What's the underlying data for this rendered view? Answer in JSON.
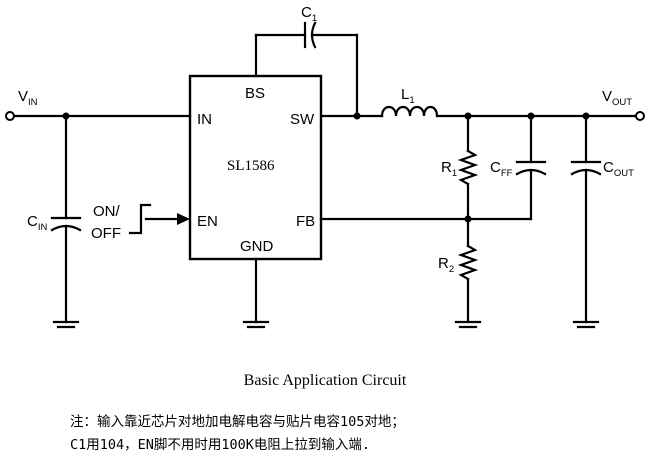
{
  "ic": {
    "name": "SL1586",
    "pins": {
      "in": "IN",
      "bs": "BS",
      "sw": "SW",
      "en": "EN",
      "fb": "FB",
      "gnd": "GND"
    }
  },
  "components": {
    "c1": {
      "main": "C",
      "sub": "1"
    },
    "l1": {
      "main": "L",
      "sub": "1"
    },
    "r1": {
      "main": "R",
      "sub": "1"
    },
    "r2": {
      "main": "R",
      "sub": "2"
    },
    "cff": {
      "main": "C",
      "sub": "FF"
    },
    "cout": {
      "main": "C",
      "sub": "OUT"
    },
    "cin": {
      "main": "C",
      "sub": "IN"
    }
  },
  "nets": {
    "vin": {
      "main": "V",
      "sub": "IN"
    },
    "vout": {
      "main": "V",
      "sub": "OUT"
    },
    "onoff": [
      "ON/",
      "OFF"
    ]
  },
  "caption": "Basic Application Circuit",
  "notes": [
    "注：输入靠近芯片对地加电解电容与贴片电容105对地；",
    "C1用104，EN脚不用时用100K电阻上拉到输入端."
  ]
}
